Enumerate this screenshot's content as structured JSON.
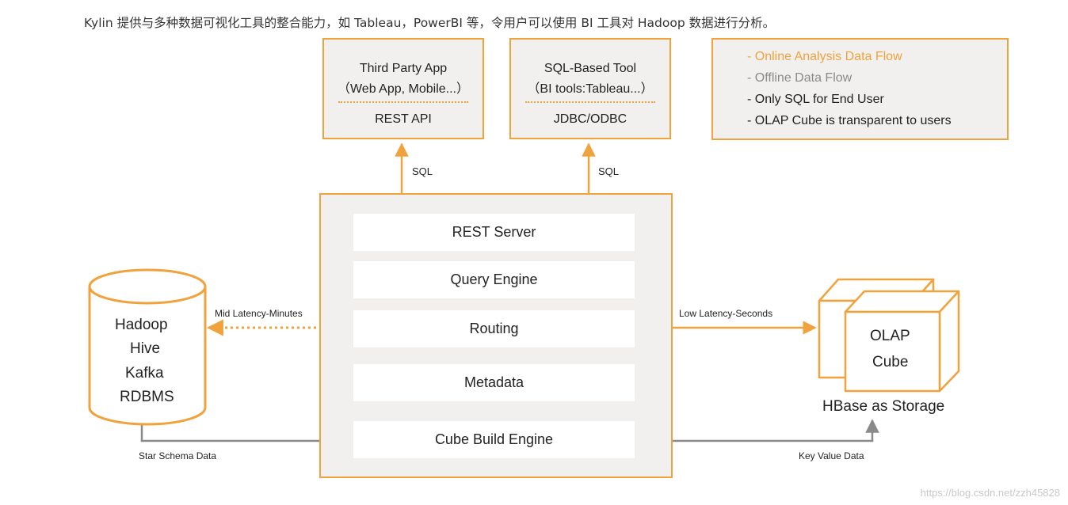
{
  "intro_text": "Kylin 提供与多种数据可视化工具的整合能力，如 Tableau，PowerBI 等，令用户可以使用 BI 工具对 Hadoop 数据进行分析。",
  "clients": [
    {
      "line1": "Third Party App",
      "line2": "（Web App, Mobile...）",
      "interface": "REST API"
    },
    {
      "line1": "SQL-Based Tool",
      "line2": "（BI tools:Tableau...）",
      "interface": "JDBC/ODBC"
    }
  ],
  "legend": {
    "online": "- Online Analysis Data Flow",
    "offline": "- Offline Data Flow",
    "sql_only": "- Only SQL for End User",
    "transparent": "- OLAP Cube is transparent to users"
  },
  "sql_labels": [
    "SQL",
    "SQL"
  ],
  "components": [
    "REST Server",
    "Query Engine",
    "Routing",
    "Metadata",
    "Cube Build Engine"
  ],
  "sources": [
    "Hadoop",
    "Hive",
    "Kafka",
    "RDBMS"
  ],
  "flow_labels": {
    "mid_latency": "Mid Latency-Minutes",
    "low_latency": "Low Latency-Seconds",
    "star_schema": "Star Schema Data",
    "key_value": "Key Value Data"
  },
  "cube": {
    "line1": "OLAP",
    "line2": "Cube",
    "storage": "HBase  as Storage"
  },
  "colors": {
    "orange": "#f0a23c",
    "gray": "#8a8a8a",
    "panel": "#f1f0ef"
  },
  "watermark": "https://blog.csdn.net/zzh45828"
}
